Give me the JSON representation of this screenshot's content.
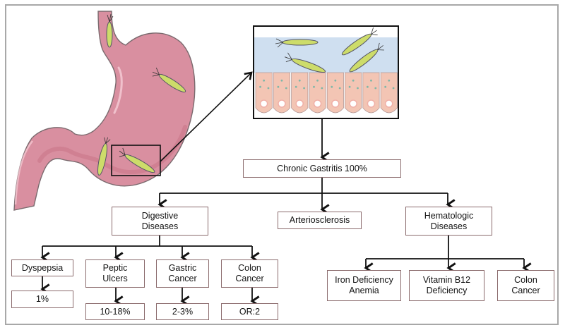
{
  "colors": {
    "stomach_fill": "#d98fa0",
    "stomach_dark": "#c97487",
    "stomach_highlight": "#f2c6d0",
    "bacteria_fill": "#cddc6a",
    "mucus": "#cfdff0",
    "cells": "#f3c5b4",
    "node_border": "#8a6a6c",
    "connector": "#111111"
  },
  "illustration": {
    "organ": "stomach",
    "inset": "gastric-epithelium-with-h-pylori"
  },
  "root": {
    "label": "Chronic Gastritis 100%"
  },
  "categories": [
    {
      "id": "digestive",
      "label": "Digestive\nDiseases",
      "children": [
        {
          "label": "Dyspepsia",
          "value": "1%"
        },
        {
          "label": "Peptic\nUlcers",
          "value": "10-18%"
        },
        {
          "label": "Gastric\nCancer",
          "value": "2-3%"
        },
        {
          "label": "Colon\nCancer",
          "value": "OR:2"
        }
      ]
    },
    {
      "id": "arteriosclerosis",
      "label": "Arteriosclerosis",
      "children": []
    },
    {
      "id": "hematologic",
      "label": "Hematologic\nDiseases",
      "children": [
        {
          "label": "Iron Deficiency\nAnemia"
        },
        {
          "label": "Vitamin B12\nDeficiency"
        },
        {
          "label": "Colon\nCancer"
        }
      ]
    }
  ]
}
